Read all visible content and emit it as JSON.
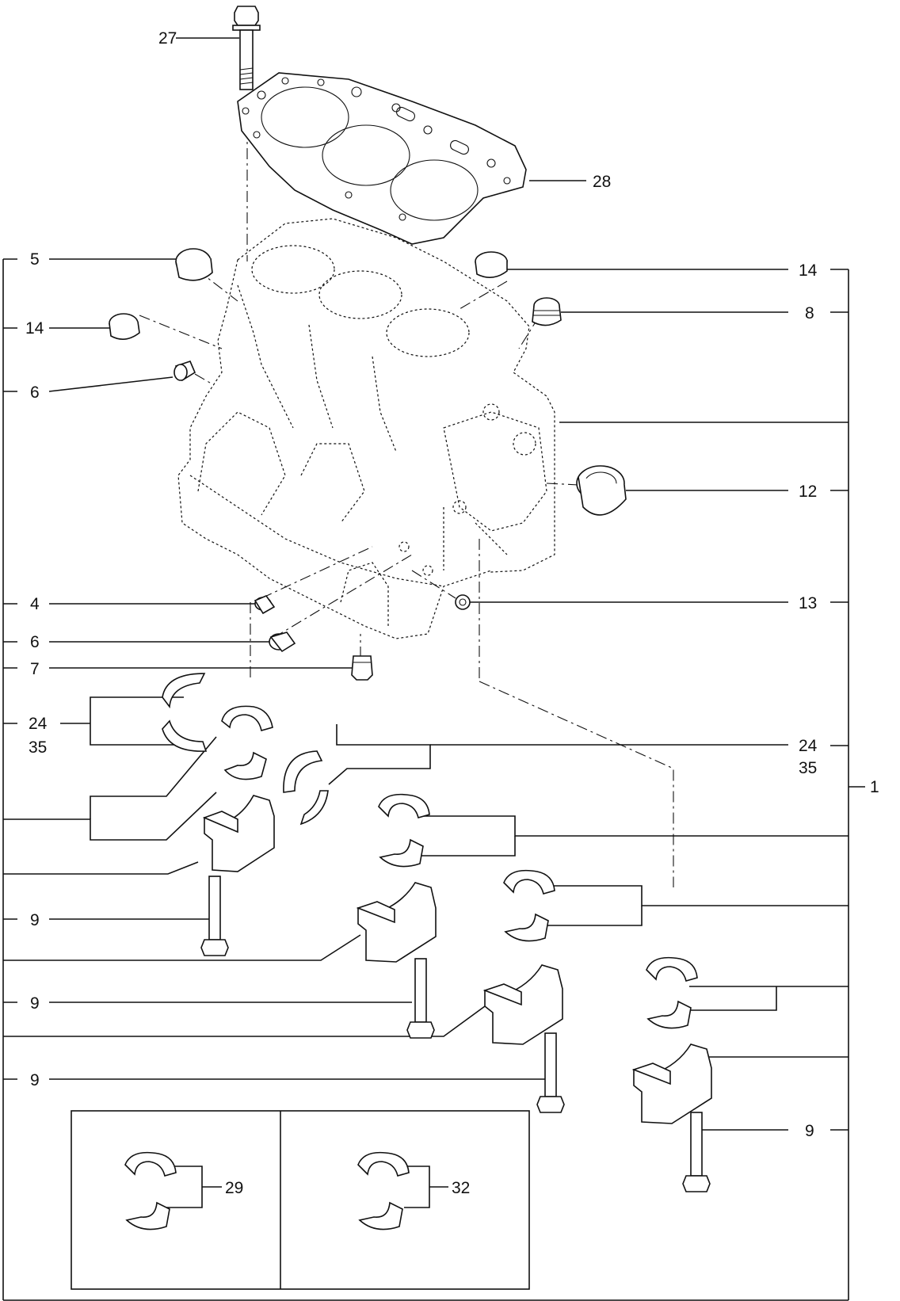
{
  "callouts": {
    "c27": "27",
    "c28": "28",
    "c5": "5",
    "c14a": "14",
    "c6a": "6",
    "c14b": "14",
    "c8": "8",
    "c12": "12",
    "c4": "4",
    "c13": "13",
    "c6b": "6",
    "c7": "7",
    "c24a": "24",
    "c35a": "35",
    "c24b": "24",
    "c35b": "35",
    "c1": "1",
    "c9a": "9",
    "c9b": "9",
    "c9c": "9",
    "c9d": "9",
    "c29": "29",
    "c32": "32"
  }
}
